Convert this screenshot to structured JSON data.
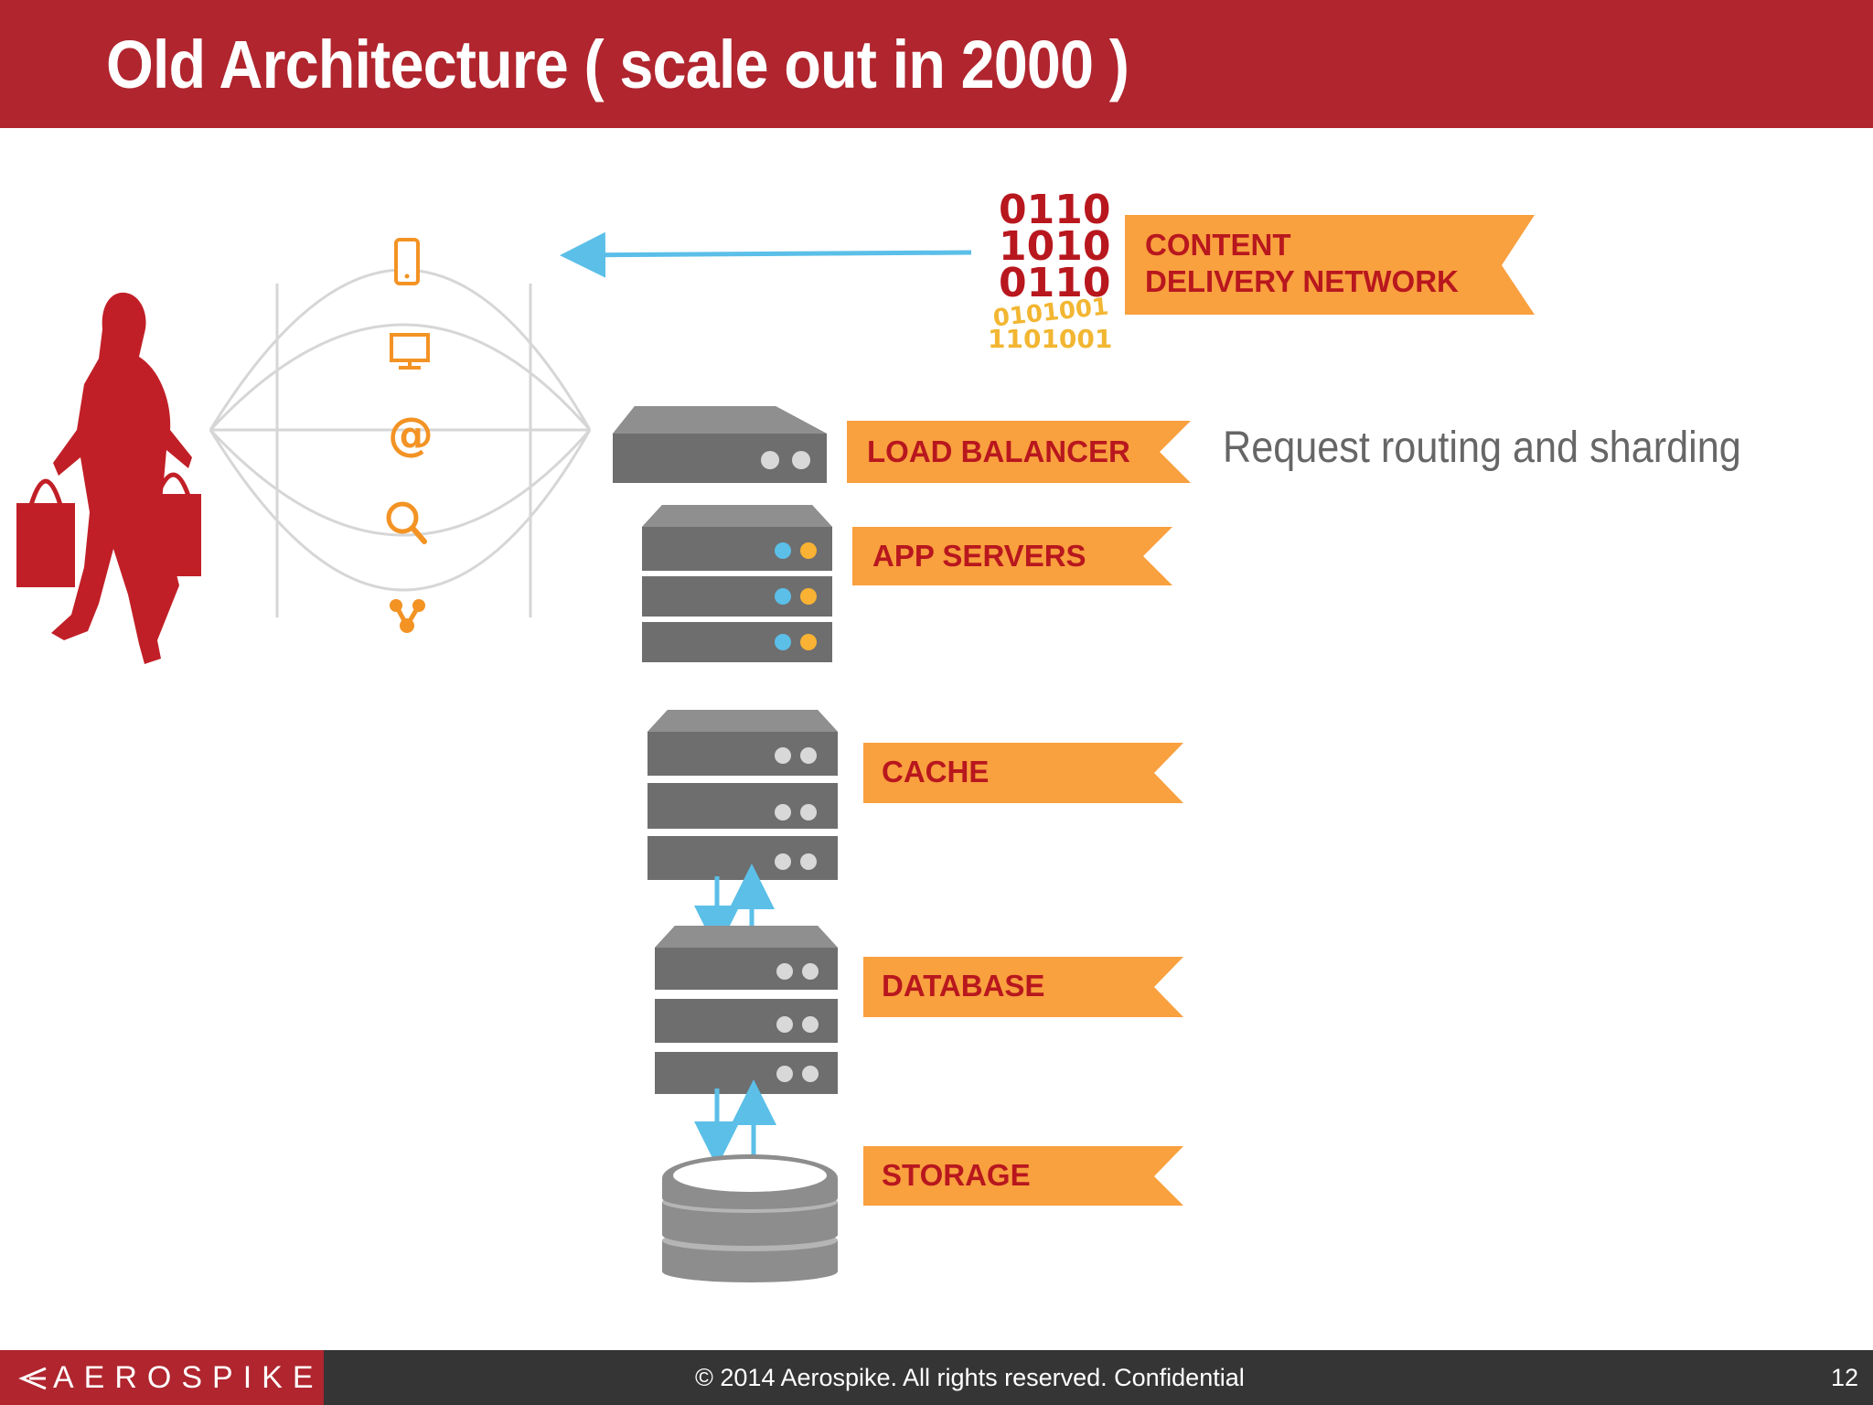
{
  "slide": {
    "title": "Old Architecture ( scale out in 2000 )",
    "annotation": "Request routing and sharding",
    "page_number": "12"
  },
  "layers": {
    "cdn_line1": "CONTENT",
    "cdn_line2": "DELIVERY NETWORK",
    "load_balancer": "LOAD BALANCER",
    "app_servers": "APP SERVERS",
    "cache": "CACHE",
    "database": "DATABASE",
    "storage": "STORAGE"
  },
  "cdn_icon": {
    "binary_rows": [
      "0110",
      "1010",
      "0110"
    ],
    "scatter_row1": "0101001",
    "scatter_row2": "1101001"
  },
  "channel_icons": [
    "mobile-icon",
    "desktop-icon",
    "email-icon",
    "search-icon",
    "social-icon"
  ],
  "footer": {
    "logo": "AEROSPIKE",
    "copyright": "© 2014 Aerospike.  All rights reserved. Confidential"
  },
  "colors": {
    "brand_red": "#b0252e",
    "ribbon_orange": "#f9a03f",
    "label_red": "#b8171e",
    "arrow_blue": "#5bbfe8",
    "server_gray": "#707070",
    "icon_orange": "#f39324",
    "cdn_gold": "#f2b632",
    "footer_dark": "#353535"
  }
}
